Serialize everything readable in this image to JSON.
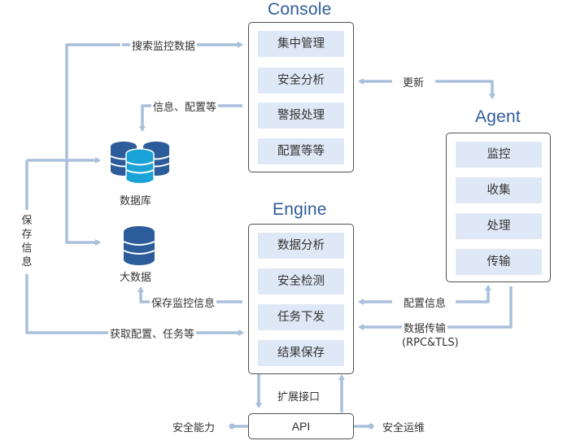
{
  "console": {
    "title": "Console",
    "items": [
      "集中管理",
      "安全分析",
      "警报处理",
      "配置等等"
    ]
  },
  "agent": {
    "title": "Agent",
    "items": [
      "监控",
      "收集",
      "处理",
      "传输"
    ]
  },
  "engine": {
    "title": "Engine",
    "items": [
      "数据分析",
      "安全检测",
      "任务下发",
      "结果保存"
    ]
  },
  "storage": {
    "database": "数据库",
    "bigdata": "大数据"
  },
  "labels": {
    "search": "搜索监控数据",
    "info_config": "信息、配置等",
    "update": "更新",
    "save_info_vertical": "保存信息",
    "save_monitor": "保存监控信息",
    "get_config": "获取配置、任务等",
    "config_info": "配置信息",
    "data_transfer": "数据传输",
    "protocol": "(RPC&TLS)",
    "ext_interface": "扩展接口",
    "security_capability": "安全能力",
    "security_ops": "安全运维"
  },
  "api": {
    "label": "API"
  },
  "colors": {
    "arrow": "#a9bfdc",
    "item_fill": "#dfe8f6",
    "title": "#2f5d9e",
    "db": "#2d5c9a",
    "db_accent": "#1aa3d6"
  }
}
